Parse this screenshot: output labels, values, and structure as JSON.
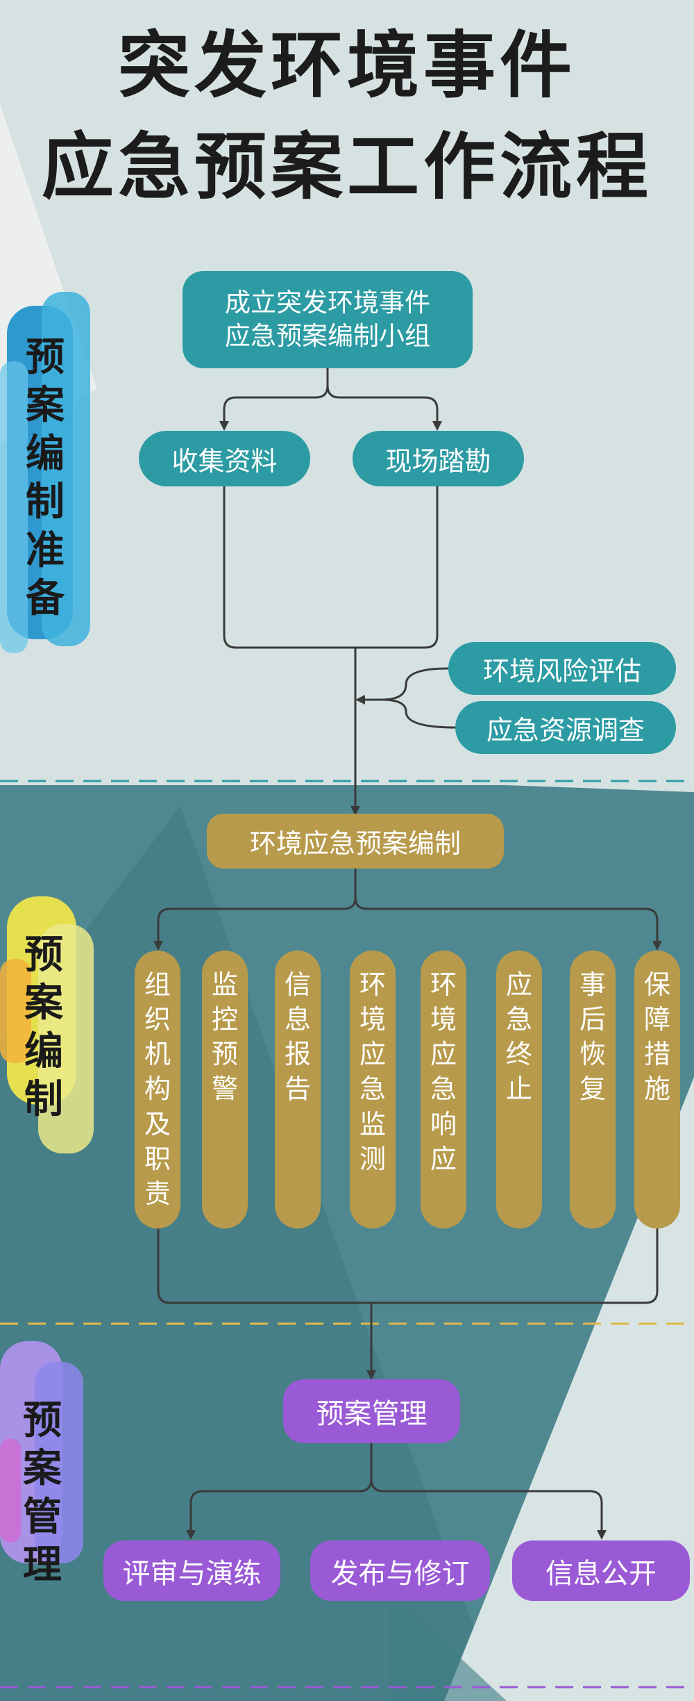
{
  "title": {
    "line1": "突发环境事件",
    "line2": "应急预案工作流程"
  },
  "sections": {
    "preparation": [
      "预",
      "案",
      "编",
      "制",
      "准",
      "备"
    ],
    "compilation": [
      "预",
      "案",
      "编",
      "制"
    ],
    "management": [
      "预",
      "案",
      "管",
      "理"
    ]
  },
  "nodes": {
    "setup_group": {
      "line1": "成立突发环境事件",
      "line2": "应急预案编制小组"
    },
    "collect_data": "收集资料",
    "site_survey": "现场踏勘",
    "risk_assessment": "环境风险评估",
    "resource_survey": "应急资源调查",
    "plan_compilation": "环境应急预案编制",
    "components": [
      [
        "组",
        "织",
        "机",
        "构",
        "及",
        "职",
        "责"
      ],
      [
        "监",
        "控",
        "预",
        "警"
      ],
      [
        "信",
        "息",
        "报",
        "告"
      ],
      [
        "环",
        "境",
        "应",
        "急",
        "监",
        "测"
      ],
      [
        "环",
        "境",
        "应",
        "急",
        "响",
        "应"
      ],
      [
        "应",
        "急",
        "终",
        "止"
      ],
      [
        "事",
        "后",
        "恢",
        "复"
      ],
      [
        "保",
        "障",
        "措",
        "施"
      ]
    ],
    "plan_management": "预案管理",
    "review_drill": "评审与演练",
    "publish_revise": "发布与修订",
    "info_disclosure": "信息公开"
  },
  "colors": {
    "background": "#d6e2e2",
    "teal": "#2c9ba3",
    "gold": "#b79a4b",
    "purple": "#9a5ad6",
    "connector": "#3a3a3a",
    "divider_teal": "#2c9ba3",
    "divider_gold": "#e0b94a",
    "divider_purple": "#9a5ad6"
  }
}
